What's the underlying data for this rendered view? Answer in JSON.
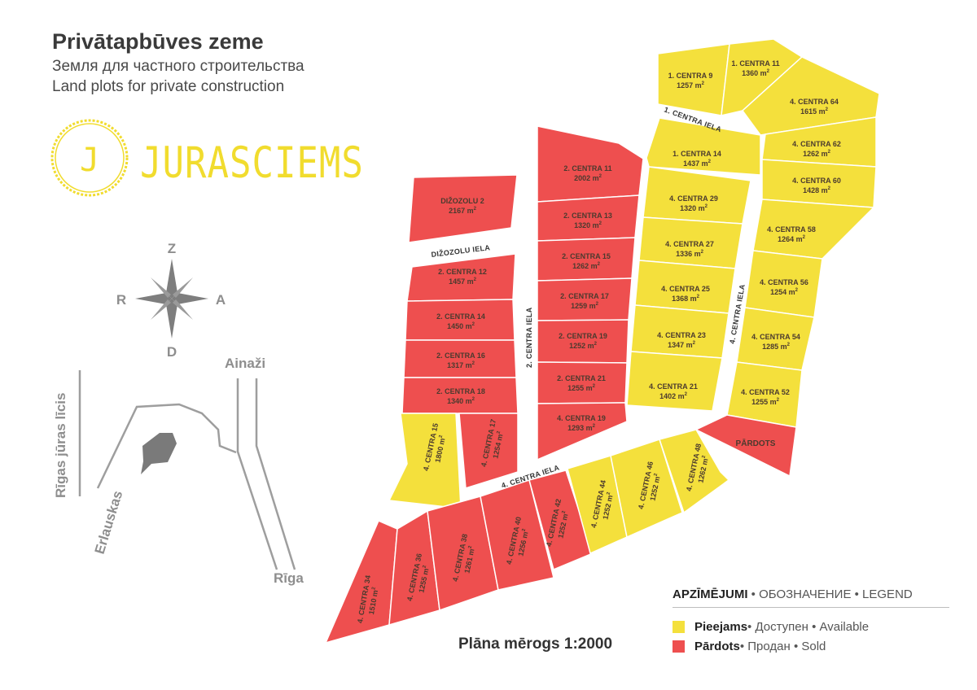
{
  "header": {
    "title": "Privātapbūves zeme",
    "subtitle_ru": "Земля для частного строительства",
    "subtitle_en": "Land plots for private construction"
  },
  "logo": {
    "letter": "J",
    "name": "JURASCIEMS",
    "color": "#f1dc2e"
  },
  "colors": {
    "available": "#f4e03c",
    "sold": "#ee4f4f",
    "street": "#ffffff",
    "text": "#4b3a2e",
    "gray": "#8e8e8e"
  },
  "compass": {
    "north": "Z",
    "south": "D",
    "east": "A",
    "west": "R"
  },
  "locator": {
    "gulf": "Rīgas jūras līcis",
    "erlauskas": "Erlauskas",
    "ainazi": "Ainaži",
    "riga": "Rīga"
  },
  "streets": {
    "centra1": "1. CENTRA IELA",
    "centra2": "2. CENTRA IELA",
    "centra4_vertical": "4. CENTRA IELA",
    "centra4_bottom": "4. CENTRA IELA",
    "dizozolu": "DIŽOZOLU IELA"
  },
  "plots": [
    {
      "name": "1. CENTRA 9",
      "area": "1257",
      "status": "available"
    },
    {
      "name": "1. CENTRA 11",
      "area": "1360",
      "status": "available"
    },
    {
      "name": "4. CENTRA 64",
      "area": "1615",
      "status": "available"
    },
    {
      "name": "1. CENTRA 14",
      "area": "1437",
      "status": "available"
    },
    {
      "name": "4. CENTRA 62",
      "area": "1262",
      "status": "available"
    },
    {
      "name": "4. CENTRA 60",
      "area": "1428",
      "status": "available"
    },
    {
      "name": "4. CENTRA 29",
      "area": "1320",
      "status": "available"
    },
    {
      "name": "4. CENTRA 27",
      "area": "1336",
      "status": "available"
    },
    {
      "name": "4. CENTRA 25",
      "area": "1368",
      "status": "available"
    },
    {
      "name": "4. CENTRA 23",
      "area": "1347",
      "status": "available"
    },
    {
      "name": "4. CENTRA 21",
      "area": "1402",
      "status": "available"
    },
    {
      "name": "4. CENTRA 58",
      "area": "1264",
      "status": "available"
    },
    {
      "name": "4. CENTRA 56",
      "area": "1254",
      "status": "available"
    },
    {
      "name": "4. CENTRA 54",
      "area": "1285",
      "status": "available"
    },
    {
      "name": "4. CENTRA 52",
      "area": "1255",
      "status": "available"
    },
    {
      "name": "PĀRDOTS",
      "area": "",
      "status": "sold"
    },
    {
      "name": "2. CENTRA 11",
      "area": "2002",
      "status": "sold"
    },
    {
      "name": "2. CENTRA 13",
      "area": "1320",
      "status": "sold"
    },
    {
      "name": "2. CENTRA 15",
      "area": "1262",
      "status": "sold"
    },
    {
      "name": "2. CENTRA 17",
      "area": "1259",
      "status": "sold"
    },
    {
      "name": "2. CENTRA 19",
      "area": "1252",
      "status": "sold"
    },
    {
      "name": "2. CENTRA 21",
      "area": "1255",
      "status": "sold"
    },
    {
      "name": "4. CENTRA 19",
      "area": "1293",
      "status": "sold"
    },
    {
      "name": "DIŽOZOLU 2",
      "area": "2167",
      "status": "sold"
    },
    {
      "name": "2. CENTRA 12",
      "area": "1457",
      "status": "sold"
    },
    {
      "name": "2. CENTRA 14",
      "area": "1450",
      "status": "sold"
    },
    {
      "name": "2. CENTRA 16",
      "area": "1317",
      "status": "sold"
    },
    {
      "name": "2. CENTRA 18",
      "area": "1340",
      "status": "sold"
    },
    {
      "name": "4. CENTRA 15",
      "area": "1800",
      "status": "available"
    },
    {
      "name": "4. CENTRA 17",
      "area": "1254",
      "status": "sold"
    },
    {
      "name": "4. CENTRA 34",
      "area": "1510",
      "status": "sold"
    },
    {
      "name": "4. CENTRA 36",
      "area": "1255",
      "status": "sold"
    },
    {
      "name": "4. CENTRA 38",
      "area": "1261",
      "status": "sold"
    },
    {
      "name": "4. CENTRA 40",
      "area": "1256",
      "status": "sold"
    },
    {
      "name": "4. CENTRA 42",
      "area": "1252",
      "status": "sold"
    },
    {
      "name": "4. CENTRA 44",
      "area": "1252",
      "status": "available"
    },
    {
      "name": "4. CENTRA 46",
      "area": "1252",
      "status": "available"
    },
    {
      "name": "4. CENTRA 48",
      "area": "1262",
      "status": "available"
    }
  ],
  "area_unit": "m",
  "area_unit_sup": "2",
  "scale": "Plāna mērogs 1:2000",
  "legend": {
    "heading_bold": "APZĪMĒJUMI",
    "heading_rest": " • ОБОЗНАЧЕНИЕ • LEGEND",
    "available_bold": "Pieejams",
    "available_rest": " • Доступен • Available",
    "sold_bold": "Pārdots",
    "sold_rest": " • Продан • Sold"
  }
}
